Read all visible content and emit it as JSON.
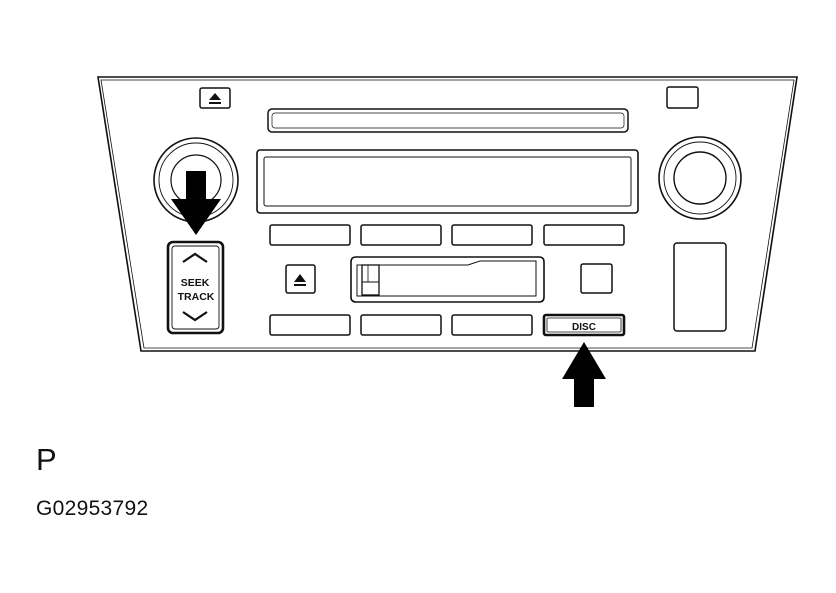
{
  "panel": {
    "seek_track_button": {
      "line1": "SEEK",
      "line2": "TRACK"
    },
    "disc_button": {
      "label": "DISC"
    }
  },
  "caption": {
    "letter": "P",
    "code": "G02953792"
  },
  "colors": {
    "line": "#111111",
    "arrow": "#000000",
    "background": "#ffffff"
  }
}
